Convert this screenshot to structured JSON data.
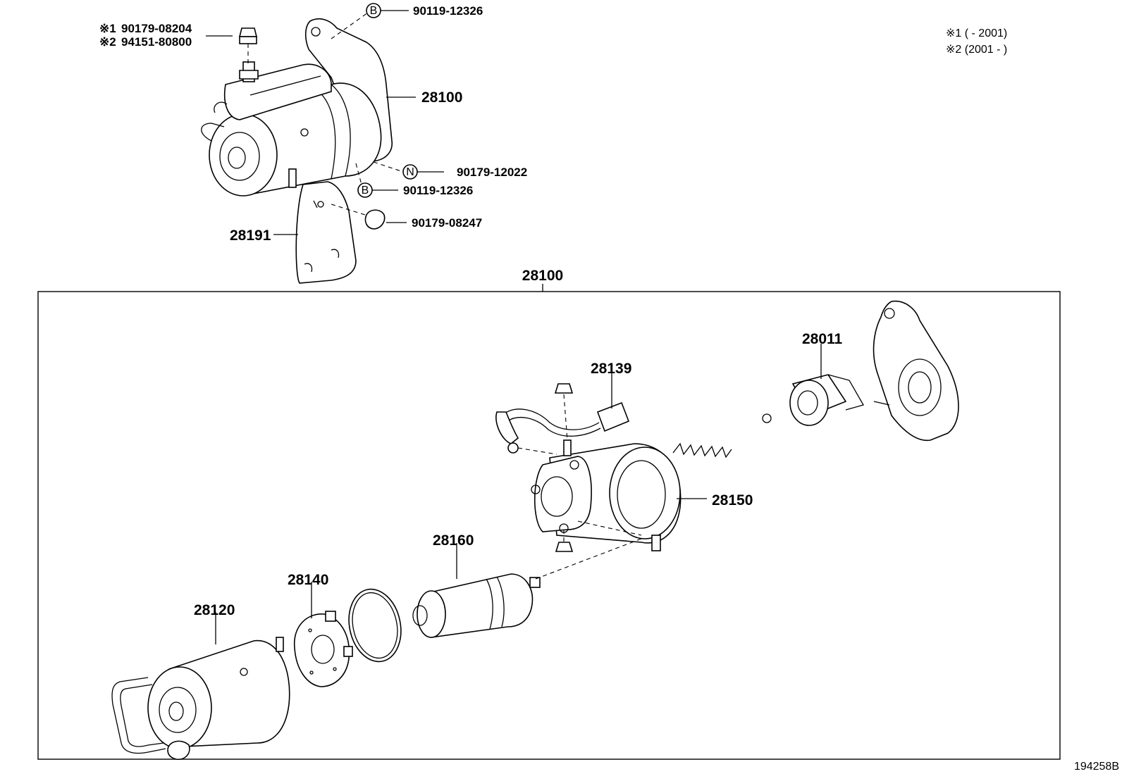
{
  "legend": {
    "note1": "※1 (    - 2001)",
    "note2": "※2 (2001 -    )"
  },
  "top_assembly": {
    "bolt_b_top": {
      "symbol": "B",
      "part_no": "90119-12326"
    },
    "nut_n": {
      "symbol": "N",
      "part_no": "90179-12022"
    },
    "bolt_b_bottom": {
      "symbol": "B",
      "part_no": "90119-12326"
    },
    "nut_bottom": {
      "part_no": "90179-08247"
    },
    "terminal_nut_1": {
      "mark": "※1",
      "part_no": "90179-08204"
    },
    "terminal_nut_2": {
      "mark": "※2",
      "part_no": "94151-80800"
    },
    "starter_label": "28100",
    "bracket_label": "28191"
  },
  "exploded_view": {
    "box_label": "28100",
    "labels": {
      "clutch": "28011",
      "lead_wire": "28139",
      "housing": "28150",
      "armature": "28160",
      "brush_holder": "28140",
      "yoke": "28120"
    }
  },
  "figure_id": "194258B"
}
